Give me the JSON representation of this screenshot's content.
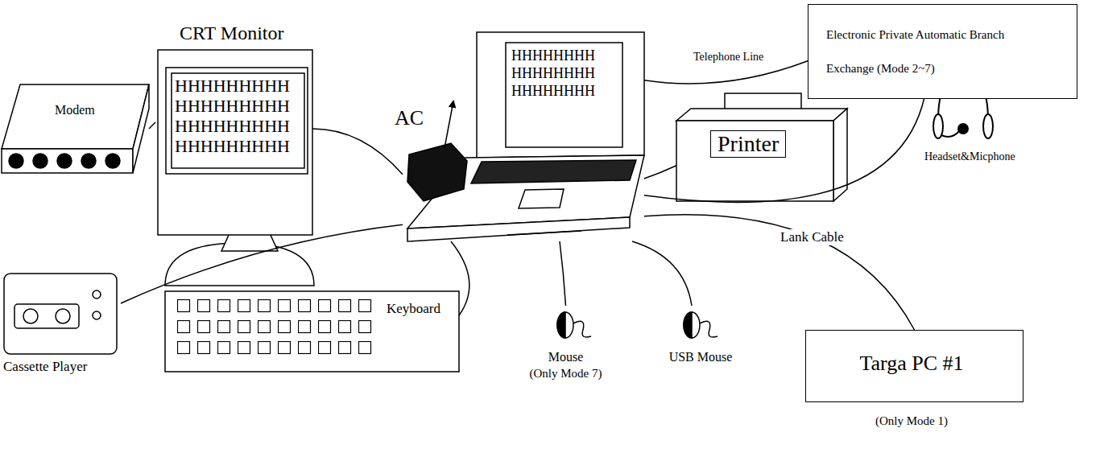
{
  "diagram": {
    "nodes": [
      {
        "text": [
          "Electronic Private Automatic Branch Exchange (Mode 2~7)"
        ]
      },
      {
        "text": [
          "CRT Monitor",
          "HHHHHHHHH HHHHHHHHH HHHHHHHHH HHHHHHHHH"
        ]
      },
      {
        "text": [
          "HHHHHHHH HHHHHHHH HHHHHHHH"
        ]
      },
      {
        "text": [
          "Printer"
        ]
      },
      {
        "text": [
          "Modem"
        ]
      },
      {
        "text": [
          "Headset&Micphone"
        ]
      },
      {
        "text": [
          "Cassette Player"
        ]
      },
      {
        "text": [
          "Keyboard"
        ]
      },
      {
        "text": [
          "Mouse",
          "(Only Mode 7)"
        ]
      },
      {
        "text": [
          "USB Mouse"
        ]
      },
      {
        "text": [
          "Targa PC #1",
          "(Only Mode 1)"
        ]
      }
    ],
    "edges": [
      {
        "from": 2,
        "to": 0,
        "arrow": "none",
        "label": "Telephone Line"
      },
      {
        "from": 4,
        "to": 1,
        "arrow": "none"
      },
      {
        "from": 1,
        "to": 2,
        "arrow": "none"
      },
      {
        "from": 6,
        "to": 2,
        "arrow": "none"
      },
      {
        "from": 7,
        "to": 2,
        "arrow": "none"
      },
      {
        "from": 8,
        "to": 2,
        "arrow": "none"
      },
      {
        "from": 9,
        "to": 2,
        "arrow": "none"
      },
      {
        "from": 2,
        "to": 10,
        "arrow": "none",
        "label": "Lank Cable"
      },
      {
        "from": 2,
        "to": 3,
        "arrow": "none"
      },
      {
        "from": 2,
        "to": 5,
        "arrow": "none"
      }
    ],
    "labels": [
      "AC"
    ]
  }
}
